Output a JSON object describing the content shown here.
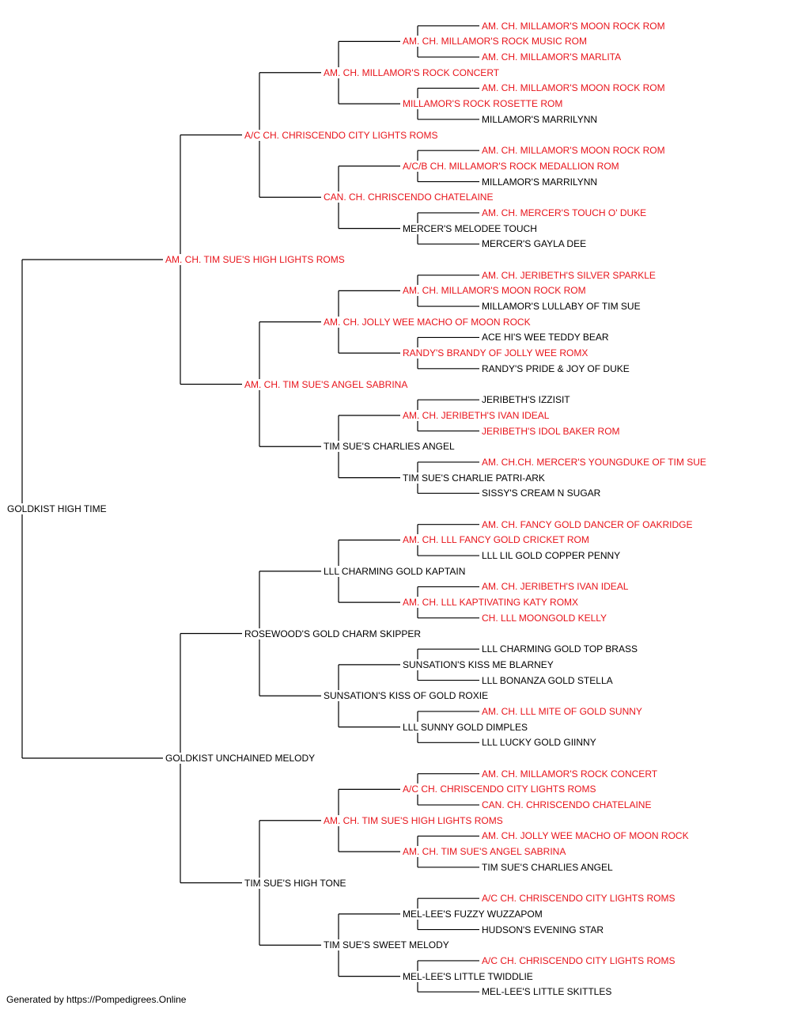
{
  "colors": {
    "titled": "#e8141b",
    "plain": "#000000",
    "line": "#000000"
  },
  "pedigree": {
    "name": "GOLDKIST HIGH TIME",
    "red": false,
    "sire": {
      "name": "AM. CH. TIM SUE'S HIGH LIGHTS ROMS",
      "red": true,
      "sire": {
        "name": "A/C CH. CHRISCENDO CITY LIGHTS ROMS",
        "red": true,
        "sire": {
          "name": "AM. CH. MILLAMOR'S ROCK CONCERT",
          "red": true,
          "sire": {
            "name": "AM. CH. MILLAMOR'S ROCK MUSIC ROM",
            "red": true,
            "sire": {
              "name": "AM. CH. MILLAMOR'S MOON ROCK ROM",
              "red": true
            },
            "dam": {
              "name": "AM. CH. MILLAMOR'S MARLITA",
              "red": true
            }
          },
          "dam": {
            "name": "MILLAMOR'S ROCK ROSETTE ROM",
            "red": true,
            "sire": {
              "name": "AM. CH. MILLAMOR'S MOON ROCK ROM",
              "red": true
            },
            "dam": {
              "name": "MILLAMOR'S MARRILYNN",
              "red": false
            }
          }
        },
        "dam": {
          "name": "CAN. CH. CHRISCENDO CHATELAINE",
          "red": true,
          "sire": {
            "name": "A/C/B CH. MILLAMOR'S ROCK MEDALLION ROM",
            "red": true,
            "sire": {
              "name": "AM. CH. MILLAMOR'S MOON ROCK ROM",
              "red": true
            },
            "dam": {
              "name": "MILLAMOR'S MARRILYNN",
              "red": false
            }
          },
          "dam": {
            "name": "MERCER'S MELODEE TOUCH",
            "red": false,
            "sire": {
              "name": "AM. CH. MERCER'S TOUCH O' DUKE",
              "red": true
            },
            "dam": {
              "name": "MERCER'S GAYLA DEE",
              "red": false
            }
          }
        }
      },
      "dam": {
        "name": "AM. CH. TIM SUE'S ANGEL SABRINA",
        "red": true,
        "sire": {
          "name": "AM. CH. JOLLY WEE MACHO OF MOON ROCK",
          "red": true,
          "sire": {
            "name": "AM. CH. MILLAMOR'S MOON ROCK ROM",
            "red": true,
            "sire": {
              "name": "AM. CH. JERIBETH'S SILVER SPARKLE",
              "red": true
            },
            "dam": {
              "name": "MILLAMOR'S LULLABY OF TIM SUE",
              "red": false
            }
          },
          "dam": {
            "name": "RANDY'S BRANDY OF JOLLY WEE ROMX",
            "red": true,
            "sire": {
              "name": "ACE HI'S WEE TEDDY BEAR",
              "red": false
            },
            "dam": {
              "name": "RANDY'S PRIDE & JOY OF DUKE",
              "red": false
            }
          }
        },
        "dam": {
          "name": "TIM SUE'S CHARLIES ANGEL",
          "red": false,
          "sire": {
            "name": "AM. CH. JERIBETH'S IVAN IDEAL",
            "red": true,
            "sire": {
              "name": "JERIBETH'S IZZISIT",
              "red": false
            },
            "dam": {
              "name": "JERIBETH'S IDOL BAKER ROM",
              "red": true
            }
          },
          "dam": {
            "name": "TIM SUE'S CHARLIE PATRI-ARK",
            "red": false,
            "sire": {
              "name": "AM. CH.CH. MERCER'S YOUNGDUKE OF TIM SUE",
              "red": true
            },
            "dam": {
              "name": "SISSY'S CREAM N SUGAR",
              "red": false
            }
          }
        }
      }
    },
    "dam": {
      "name": "GOLDKIST UNCHAINED MELODY",
      "red": false,
      "sire": {
        "name": "ROSEWOOD'S GOLD CHARM SKIPPER",
        "red": false,
        "sire": {
          "name": "LLL CHARMING GOLD KAPTAIN",
          "red": false,
          "sire": {
            "name": "AM. CH. LLL FANCY GOLD CRICKET ROM",
            "red": true,
            "sire": {
              "name": "AM. CH. FANCY GOLD DANCER OF OAKRIDGE",
              "red": true
            },
            "dam": {
              "name": "LLL LIL GOLD COPPER PENNY",
              "red": false
            }
          },
          "dam": {
            "name": "AM. CH. LLL KAPTIVATING KATY ROMX",
            "red": true,
            "sire": {
              "name": "AM. CH. JERIBETH'S IVAN IDEAL",
              "red": true
            },
            "dam": {
              "name": "CH. LLL MOONGOLD KELLY",
              "red": true
            }
          }
        },
        "dam": {
          "name": "SUNSATION'S KISS OF GOLD ROXIE",
          "red": false,
          "sire": {
            "name": "SUNSATION'S KISS ME BLARNEY",
            "red": false,
            "sire": {
              "name": "LLL CHARMING GOLD TOP BRASS",
              "red": false
            },
            "dam": {
              "name": "LLL BONANZA GOLD STELLA",
              "red": false
            }
          },
          "dam": {
            "name": "LLL SUNNY GOLD DIMPLES",
            "red": false,
            "sire": {
              "name": "AM. CH. LLL MITE OF GOLD SUNNY",
              "red": true
            },
            "dam": {
              "name": "LLL LUCKY GOLD GIINNY",
              "red": false
            }
          }
        }
      },
      "dam": {
        "name": "TIM SUE'S HIGH TONE",
        "red": false,
        "sire": {
          "name": "AM. CH. TIM SUE'S HIGH LIGHTS ROMS",
          "red": true,
          "sire": {
            "name": "A/C CH. CHRISCENDO CITY LIGHTS ROMS",
            "red": true,
            "sire": {
              "name": "AM. CH. MILLAMOR'S ROCK CONCERT",
              "red": true
            },
            "dam": {
              "name": "CAN. CH. CHRISCENDO CHATELAINE",
              "red": true
            }
          },
          "dam": {
            "name": "AM. CH. TIM SUE'S ANGEL SABRINA",
            "red": true,
            "sire": {
              "name": "AM. CH. JOLLY WEE MACHO OF MOON ROCK",
              "red": true
            },
            "dam": {
              "name": "TIM SUE'S CHARLIES ANGEL",
              "red": false
            }
          }
        },
        "dam": {
          "name": "TIM SUE'S SWEET MELODY",
          "red": false,
          "sire": {
            "name": "MEL-LEE'S FUZZY WUZZAPOM",
            "red": false,
            "sire": {
              "name": "A/C CH. CHRISCENDO CITY LIGHTS ROMS",
              "red": true
            },
            "dam": {
              "name": "HUDSON'S EVENING STAR",
              "red": false
            }
          },
          "dam": {
            "name": "MEL-LEE'S LITTLE TWIDDLIE",
            "red": false,
            "sire": {
              "name": "A/C CH. CHRISCENDO CITY LIGHTS ROMS",
              "red": true
            },
            "dam": {
              "name": "MEL-LEE'S LITTLE SKITTLES",
              "red": false
            }
          }
        }
      }
    }
  },
  "footer": "Generated by https://Pompedigrees.Online"
}
